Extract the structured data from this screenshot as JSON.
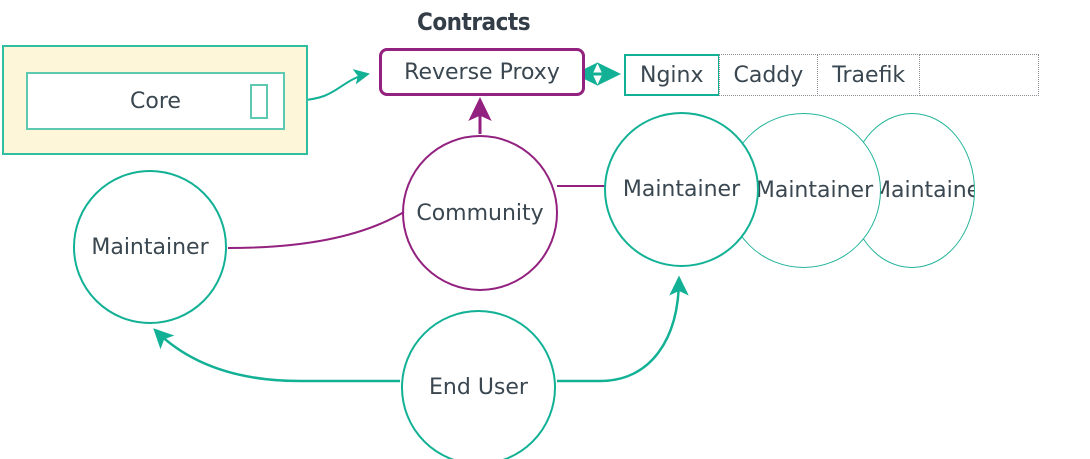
{
  "diagram": {
    "title": "Contracts",
    "colors": {
      "teal": "#12b195",
      "teal_light": "#5cc9b0",
      "purple": "#93217f",
      "yellow_fill": "#fdf6d8",
      "text": "#3a4750",
      "dotted_border": "#8a8f96"
    },
    "core_group": {
      "label": "Core",
      "port_name": "core-port"
    },
    "reverse_proxy": {
      "label": "Reverse Proxy"
    },
    "implementations": [
      {
        "label": "Nginx",
        "selected": true
      },
      {
        "label": "Caddy",
        "selected": false
      },
      {
        "label": "Traefik",
        "selected": false
      },
      {
        "label": "",
        "selected": false
      }
    ],
    "actors": {
      "maintainer_left": "Maintainer",
      "community": "Community",
      "maintainer_1": "Maintainer",
      "maintainer_2": "Maintainer",
      "maintainer_3": "Maintainer",
      "end_user": "End User"
    },
    "edges": [
      {
        "name": "core-to-reverse-proxy",
        "from": "core-port",
        "to": "reverse-proxy",
        "arrow": "single",
        "color": "#12b195"
      },
      {
        "name": "reverse-proxy-to-nginx",
        "from": "reverse-proxy",
        "to": "nginx-cell",
        "arrow": "double",
        "color": "#12b195"
      },
      {
        "name": "community-to-reverse-proxy",
        "from": "community",
        "to": "reverse-proxy",
        "arrow": "single",
        "color": "#93217f"
      },
      {
        "name": "maintainer-left-to-community",
        "from": "maintainer-left",
        "to": "community",
        "arrow": "none",
        "color": "#93217f"
      },
      {
        "name": "community-to-maintainer-1",
        "from": "community",
        "to": "maintainer-1",
        "arrow": "none",
        "color": "#93217f"
      },
      {
        "name": "end-user-to-maintainer-left",
        "from": "end-user",
        "to": "maintainer-left",
        "arrow": "single",
        "color": "#12b195"
      },
      {
        "name": "end-user-to-maintainer-1",
        "from": "end-user",
        "to": "maintainer-1",
        "arrow": "single",
        "color": "#12b195"
      }
    ]
  }
}
